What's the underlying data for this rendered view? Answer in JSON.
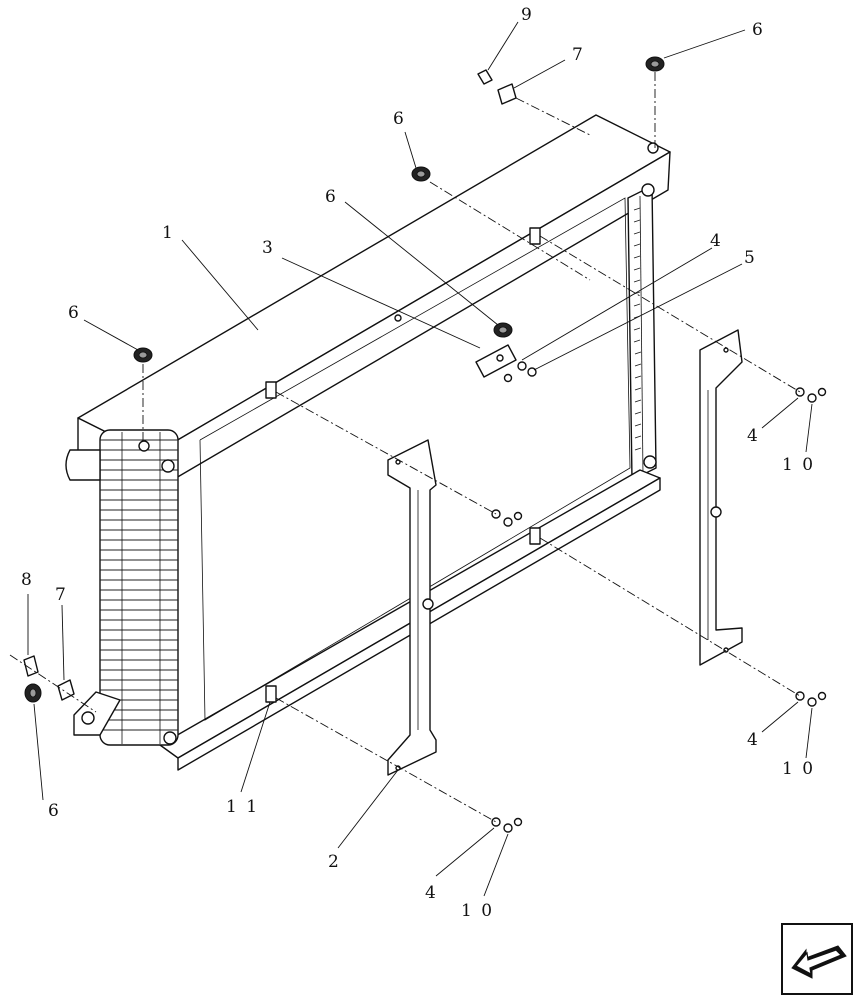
{
  "diagram": {
    "callouts": [
      {
        "id": "c1",
        "text": "1"
      },
      {
        "id": "c2",
        "text": "2"
      },
      {
        "id": "c3",
        "text": "3"
      },
      {
        "id": "c4a",
        "text": "4"
      },
      {
        "id": "c4b",
        "text": "4"
      },
      {
        "id": "c4c",
        "text": "4"
      },
      {
        "id": "c4d",
        "text": "4"
      },
      {
        "id": "c5",
        "text": "5"
      },
      {
        "id": "c6a",
        "text": "6"
      },
      {
        "id": "c6b",
        "text": "6"
      },
      {
        "id": "c6c",
        "text": "6"
      },
      {
        "id": "c6d",
        "text": "6"
      },
      {
        "id": "c6e",
        "text": "6"
      },
      {
        "id": "c7a",
        "text": "7"
      },
      {
        "id": "c7b",
        "text": "7"
      },
      {
        "id": "c8",
        "text": "8"
      },
      {
        "id": "c9",
        "text": "9"
      },
      {
        "id": "c10a",
        "text": "1 0"
      },
      {
        "id": "c10b",
        "text": "1 0"
      },
      {
        "id": "c10c",
        "text": "1 0"
      },
      {
        "id": "c11",
        "text": "1 1"
      }
    ],
    "icons": {
      "navigation": "back-arrow-icon"
    }
  }
}
